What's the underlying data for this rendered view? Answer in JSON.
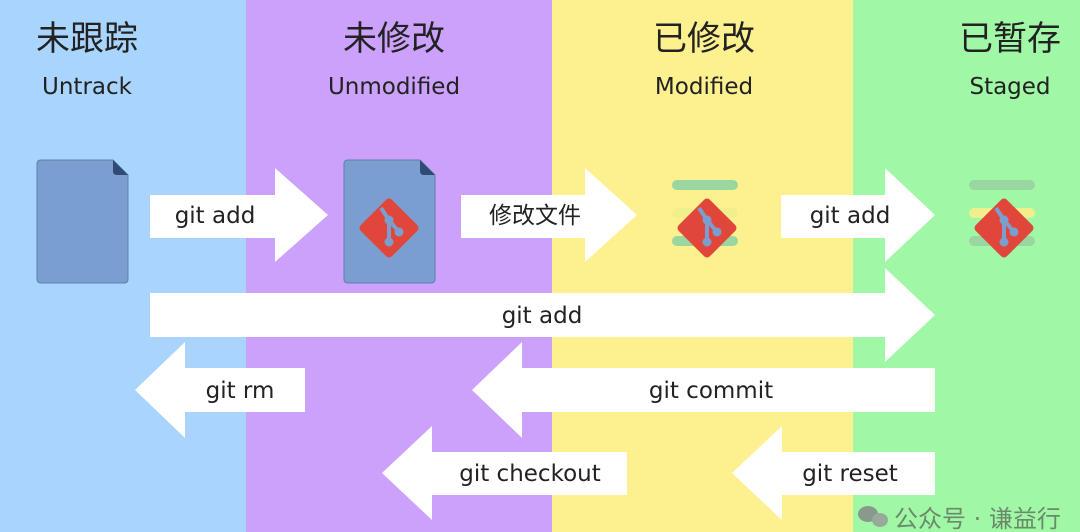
{
  "columns": [
    {
      "title_zh": "未跟踪",
      "title_en": "Untrack",
      "color": "#a8d4fe"
    },
    {
      "title_zh": "未修改",
      "title_en": "Unmodified",
      "color": "#cba1fb"
    },
    {
      "title_zh": "已修改",
      "title_en": "Modified",
      "color": "#fdf08f"
    },
    {
      "title_zh": "已暂存",
      "title_en": "Staged",
      "color": "#a0f7a6"
    }
  ],
  "arrows": {
    "add_untracked": "git add",
    "modify_file": "修改文件",
    "add_modified": "git add",
    "add_all": "git add",
    "rm": "git rm",
    "commit": "git commit",
    "checkout": "git checkout",
    "reset": "git reset"
  },
  "watermark": "公众号 · 谦益行",
  "colors": {
    "file": "#7b9ed0",
    "git_logo": "#e0473a",
    "bar_green": "#9ad7a0",
    "bar_yellow": "#f1ef8c"
  }
}
